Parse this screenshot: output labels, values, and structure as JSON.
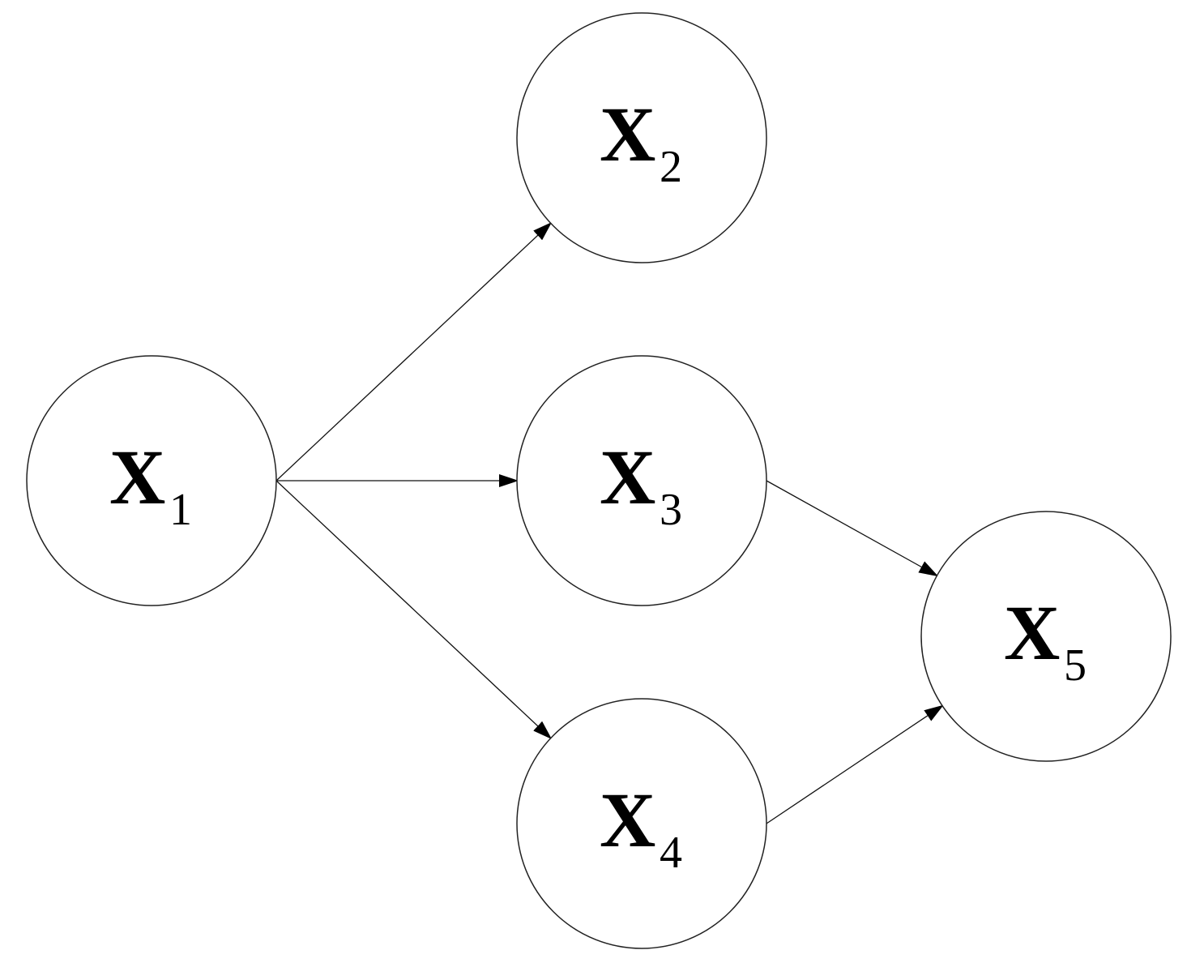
{
  "nodes": [
    {
      "id": "x1",
      "label": "X",
      "sub": "1"
    },
    {
      "id": "x2",
      "label": "X",
      "sub": "2"
    },
    {
      "id": "x3",
      "label": "X",
      "sub": "3"
    },
    {
      "id": "x4",
      "label": "X",
      "sub": "4"
    },
    {
      "id": "x5",
      "label": "X",
      "sub": "5"
    }
  ],
  "edges": [
    {
      "from": "x1",
      "to": "x2"
    },
    {
      "from": "x1",
      "to": "x3"
    },
    {
      "from": "x1",
      "to": "x4"
    },
    {
      "from": "x3",
      "to": "x5"
    },
    {
      "from": "x4",
      "to": "x5"
    }
  ],
  "colors": {
    "stroke": "#222222",
    "background": "#ffffff"
  }
}
